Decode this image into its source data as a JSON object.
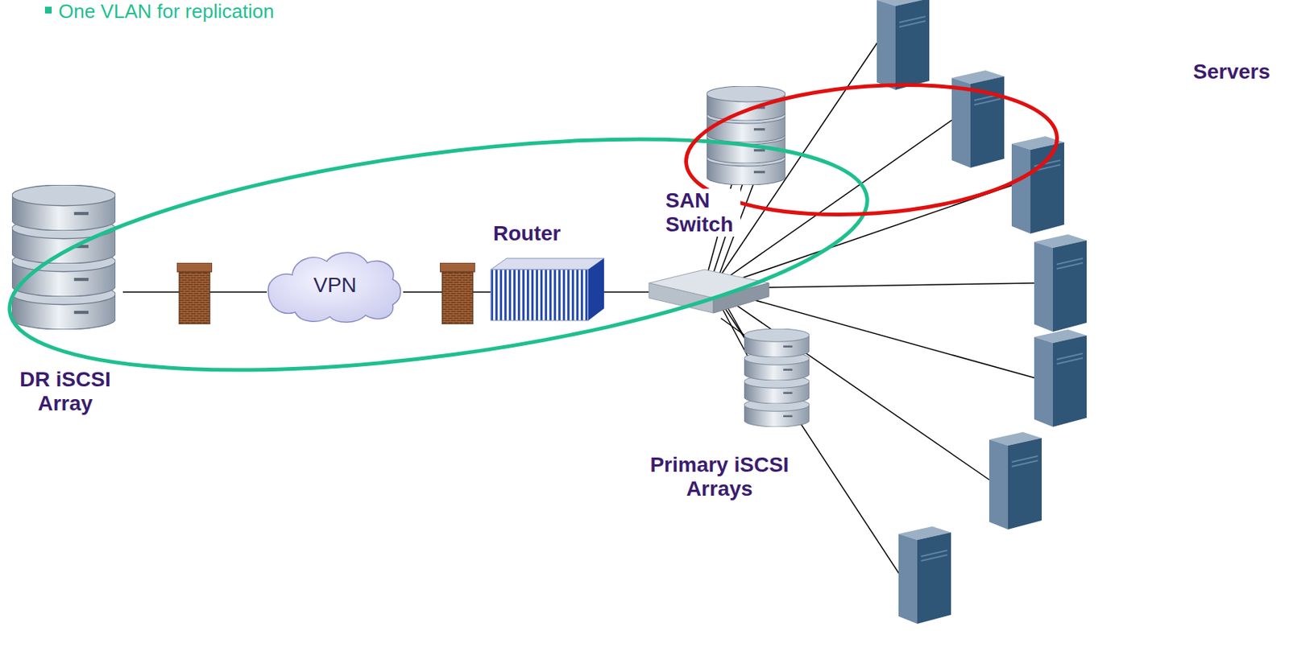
{
  "diagram": {
    "nodes": [
      {
        "text": [
          "DR iSCSI Array"
        ]
      },
      {
        "text": [
          "VPN"
        ]
      },
      {
        "text": [
          "Router"
        ]
      },
      {
        "text": [
          "SAN Switch"
        ]
      },
      {
        "text": [
          "Primary iSCSI Arrays"
        ]
      }
    ],
    "edges": [
      {
        "from": 0,
        "to": 1,
        "arrow": "none"
      },
      {
        "from": 1,
        "to": 2,
        "arrow": "none"
      },
      {
        "from": 2,
        "to": 3,
        "arrow": "none"
      },
      {
        "from": 3,
        "to": 4,
        "arrow": "none"
      }
    ],
    "labels": [
      "One VLAN for replication",
      "Servers"
    ]
  }
}
